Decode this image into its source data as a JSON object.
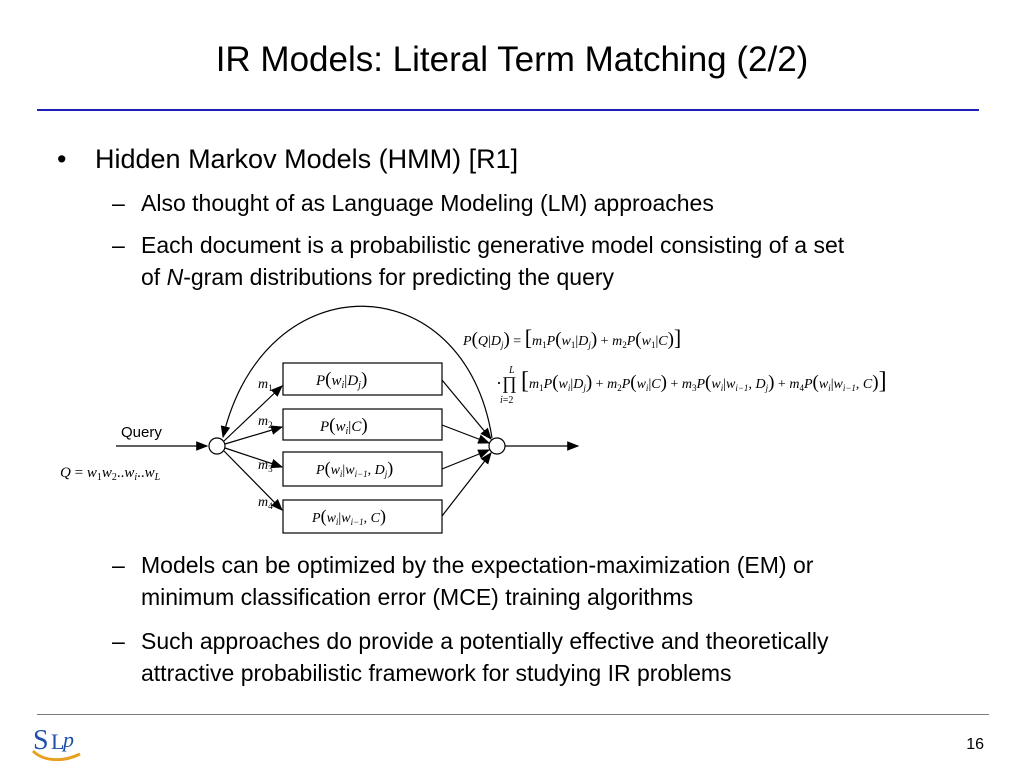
{
  "slide": {
    "title": "IR Models: Literal Term Matching (2/2)",
    "page_number": "16",
    "logo_text": "SLP"
  },
  "bullets": {
    "main_marker": "•",
    "main_text": "Hidden Markov Models (HMM) [R1]",
    "sub_marker": "–",
    "sub1": "Also thought of as Language Modeling (LM) approaches",
    "sub2_line1": "Each document is a probabilistic generative model consisting of a set",
    "sub2_line2_pre": "of ",
    "sub2_line2_n": "N",
    "sub2_line2_post": "-gram distributions for predicting the query",
    "sub3_line1": "Models can be optimized by the expectation-maximization (EM) or",
    "sub3_line2": "minimum classification error (MCE) training algorithms",
    "sub4_line1": "Such approaches do provide a potentially effective and theoretically",
    "sub4_line2": "attractive probabilistic framework for studying IR problems"
  },
  "diagram": {
    "query_label": "Query",
    "query_formula": "Q = w₁w₂..wᵢ..w_L",
    "weights": [
      "m1",
      "m2",
      "m3",
      "m4"
    ],
    "boxes": [
      "P(wi|Dj)",
      "P(wi|C)",
      "P(wi|wi−1, Dj)",
      "P(wi|wi−1, C)"
    ],
    "equation_line1": "P(Q|Dj) = [m1P(w1|Dj) + m2P(w1|C)]",
    "equation_line2": "· ∏ i=2..L [m1P(wi|Dj) + m2P(wi|C) + m3P(wi|wi−1, Dj) + m4P(wi|wi−1, C)]"
  }
}
